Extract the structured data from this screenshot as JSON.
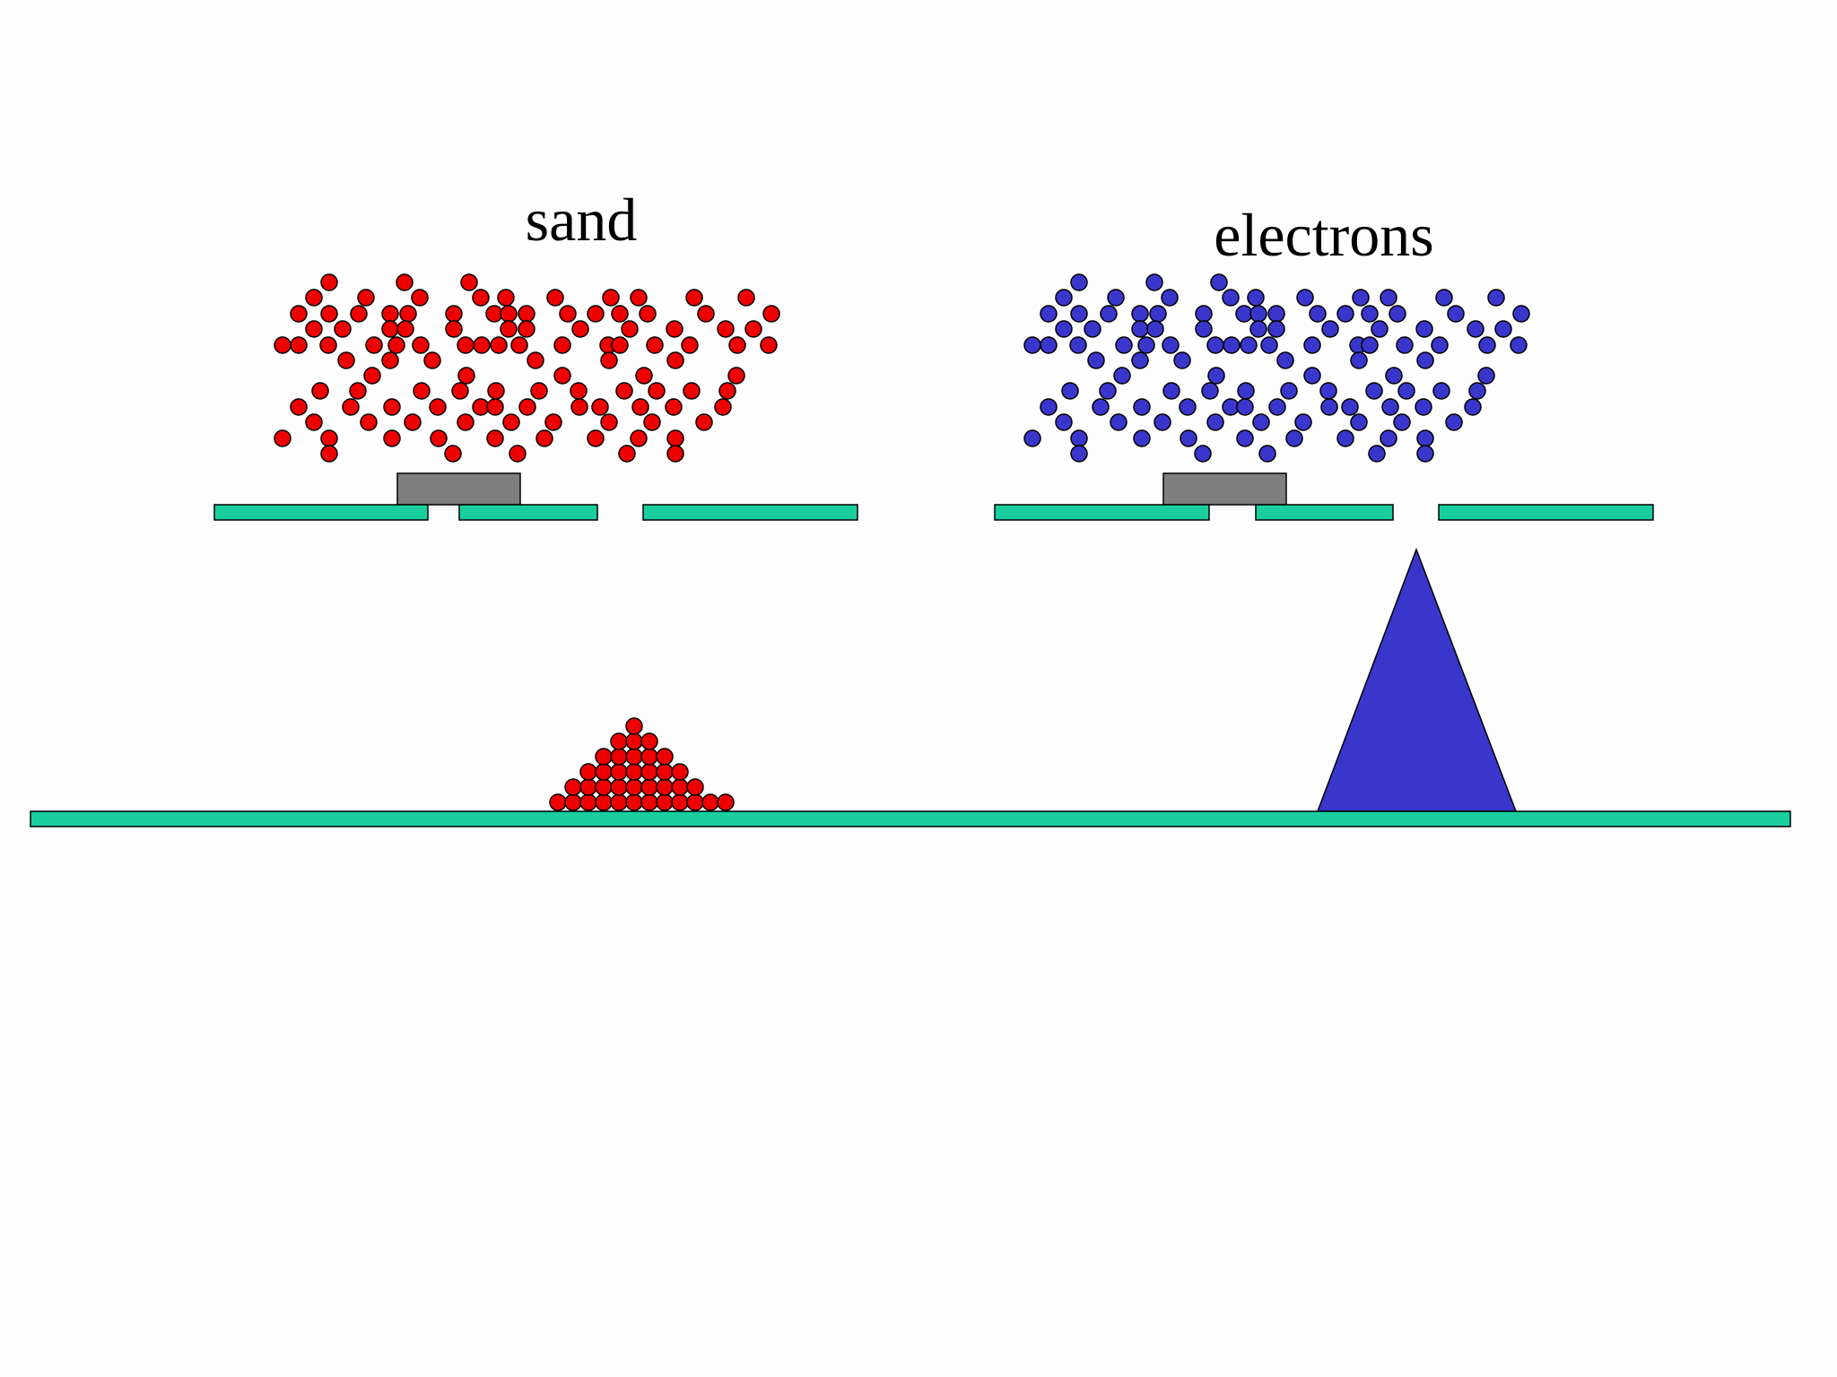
{
  "labels": {
    "left": "sand",
    "right": "electrons"
  },
  "colors": {
    "background": "#fdfdfd",
    "sand_particle": "#ee0000",
    "electron_particle": "#3a36cc",
    "plate": "#19cfa0",
    "shutter": "#7f7f7f",
    "peak": "#3a36cc"
  },
  "panels": [
    {
      "id": "sand",
      "description_icon": "red-particle",
      "outcome": "particle-pile"
    },
    {
      "id": "electrons",
      "description_icon": "blue-particle",
      "outcome": "intensity-peak"
    }
  ]
}
